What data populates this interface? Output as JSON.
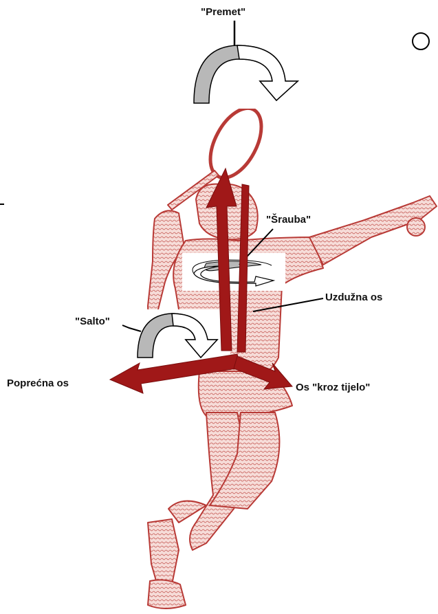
{
  "labels": {
    "premet": "\"Premet\"",
    "srauba": "\"Šrauba\"",
    "salto": "\"Salto\"",
    "uzduzna_os": "Uzdužna os",
    "poprecna_os": "Poprećna os",
    "os_kroz_tijelo": "Os \"kroz tijelo\""
  },
  "colors": {
    "axis": "#a01818",
    "figure_fill": "#f3d3cf",
    "figure_stroke": "#b83a36",
    "rotation_arrow_fill": "#b8b8b8"
  }
}
